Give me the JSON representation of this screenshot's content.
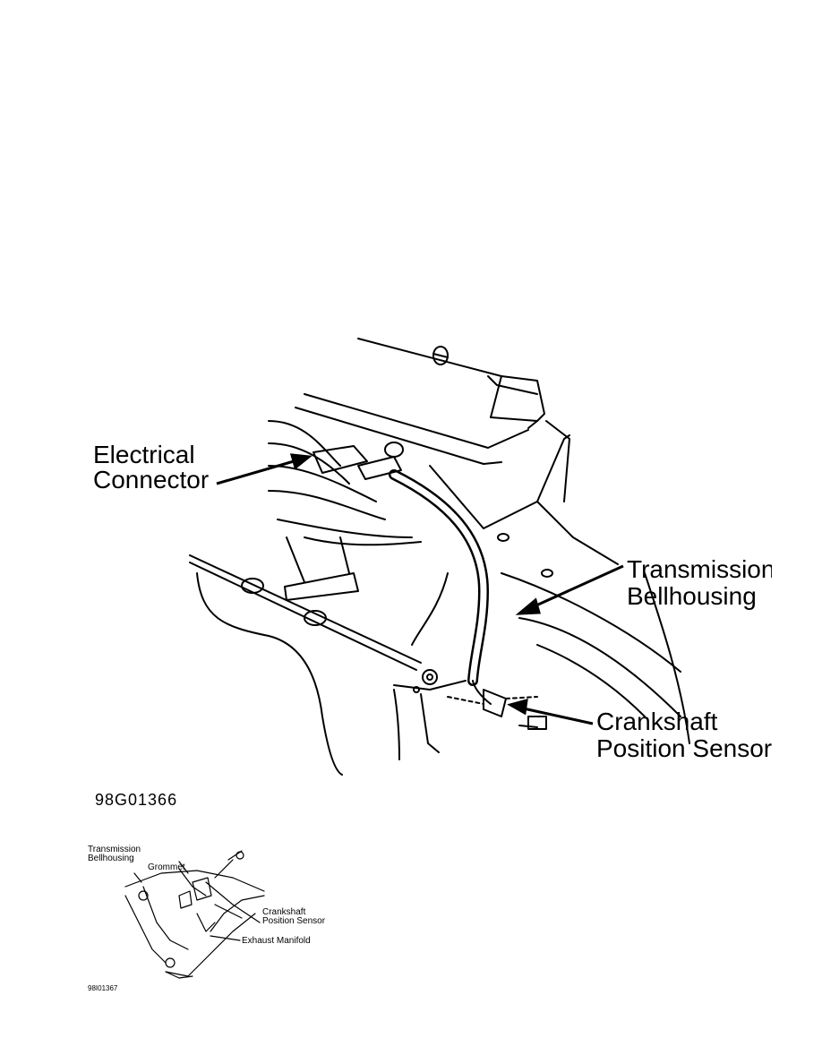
{
  "main_figure": {
    "labels": {
      "electrical_connector_line1": "Electrical",
      "electrical_connector_line2": "Connector",
      "transmission_line1": "Transmission",
      "transmission_line2": "Bellhousing",
      "crankshaft_line1": "Crankshaft",
      "crankshaft_line2": "Position Sensor"
    },
    "figure_code": "98G01366"
  },
  "detail_figure": {
    "labels": {
      "transmission_line1": "Transmission",
      "transmission_line2": "Bellhousing",
      "grommet": "Grommet",
      "crankshaft_line1": "Crankshaft",
      "crankshaft_line2": "Position Sensor",
      "exhaust_manifold": "Exhaust Manifold"
    },
    "figure_code": "98I01367"
  }
}
